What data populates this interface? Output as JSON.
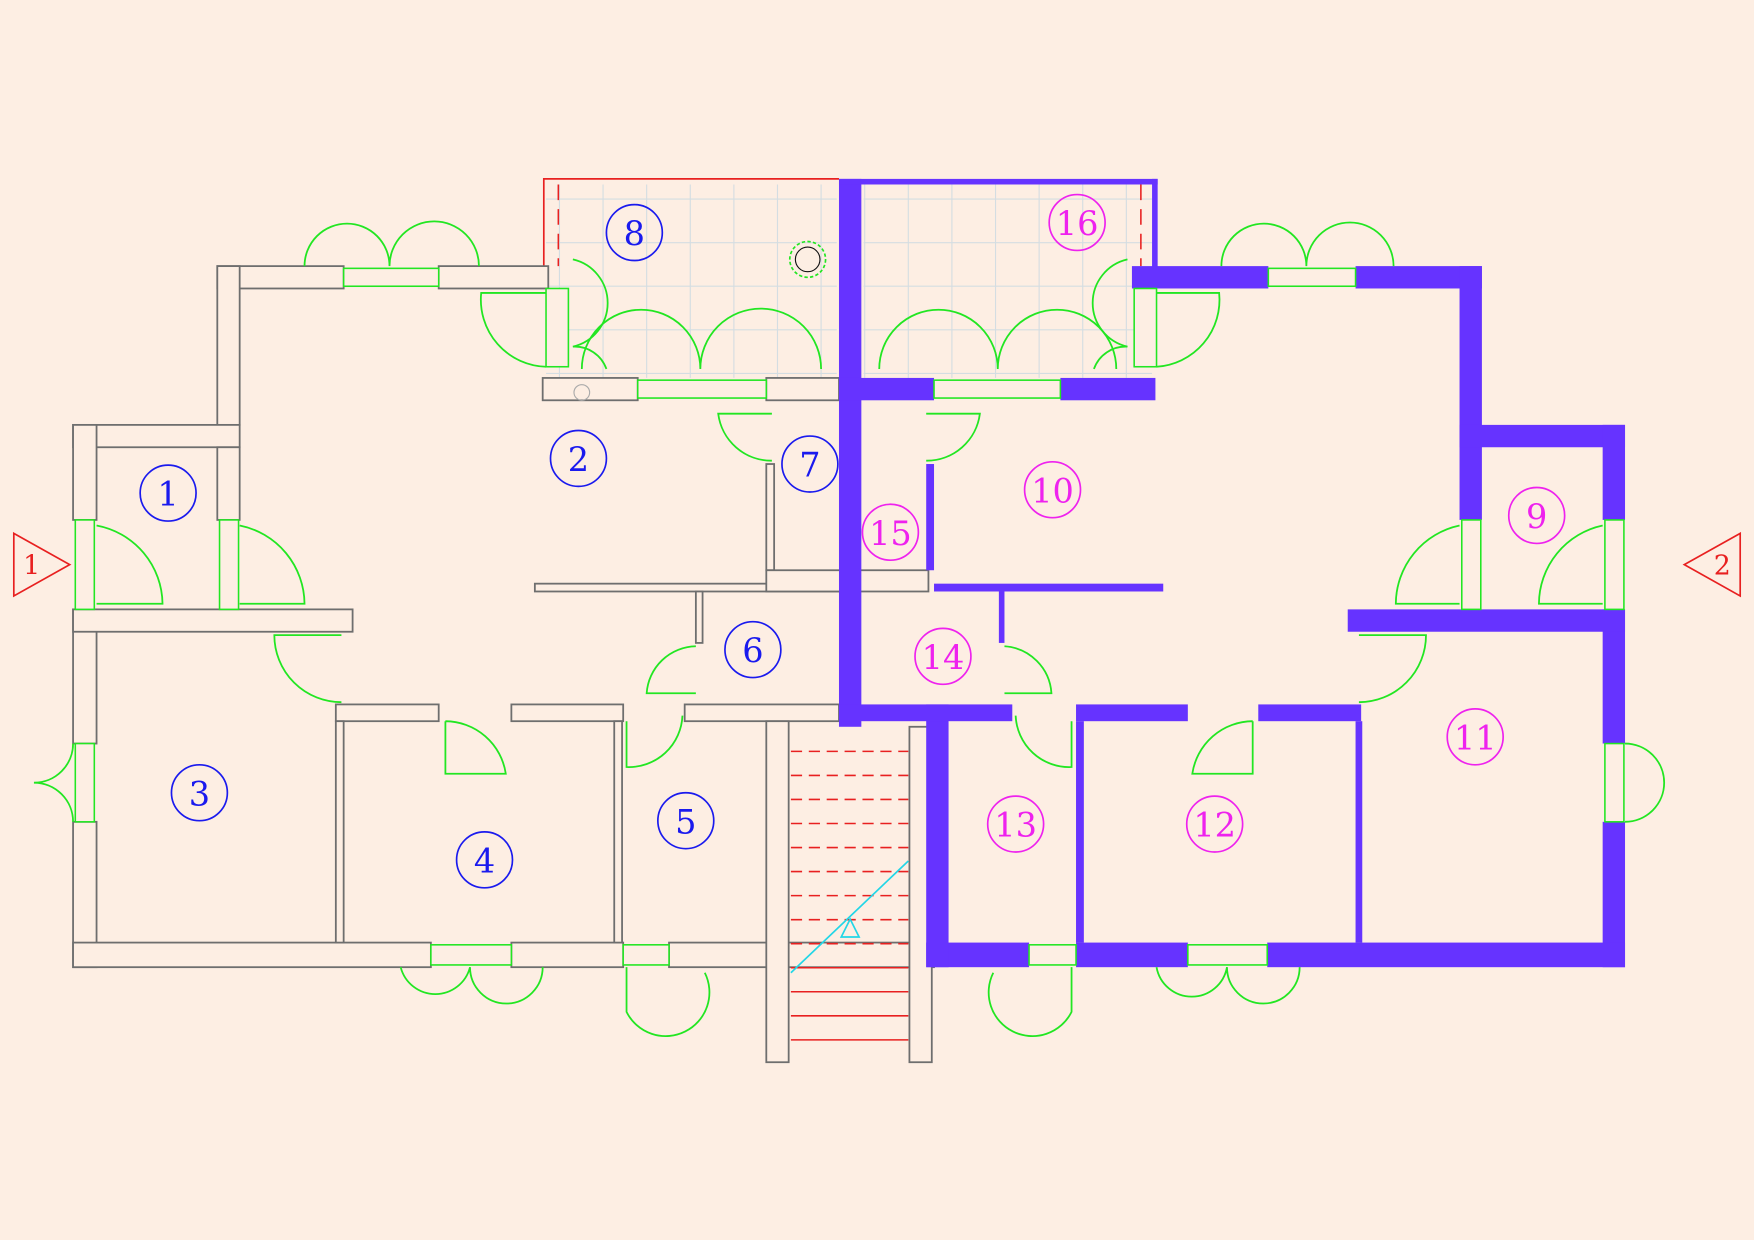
{
  "colors": {
    "background": "#fdeee3",
    "existing_wall": "#6e6e6e",
    "new_wall": "#6633ff",
    "door": "#22e622",
    "blue_label": "#1a1aee",
    "magenta_label": "#ee22ee",
    "section": "#e82020"
  },
  "rooms_blue": [
    {
      "id": "room-1",
      "label": "1"
    },
    {
      "id": "room-2",
      "label": "2"
    },
    {
      "id": "room-3",
      "label": "3"
    },
    {
      "id": "room-4",
      "label": "4"
    },
    {
      "id": "room-5",
      "label": "5"
    },
    {
      "id": "room-6",
      "label": "6"
    },
    {
      "id": "room-7",
      "label": "7"
    },
    {
      "id": "room-8",
      "label": "8"
    }
  ],
  "rooms_magenta": [
    {
      "id": "room-9",
      "label": "9"
    },
    {
      "id": "room-10",
      "label": "10"
    },
    {
      "id": "room-11",
      "label": "11"
    },
    {
      "id": "room-12",
      "label": "12"
    },
    {
      "id": "room-13",
      "label": "13"
    },
    {
      "id": "room-14",
      "label": "14"
    },
    {
      "id": "room-15",
      "label": "15"
    },
    {
      "id": "room-16",
      "label": "16"
    }
  ],
  "section_markers": [
    {
      "label": "1"
    },
    {
      "label": "2"
    }
  ]
}
